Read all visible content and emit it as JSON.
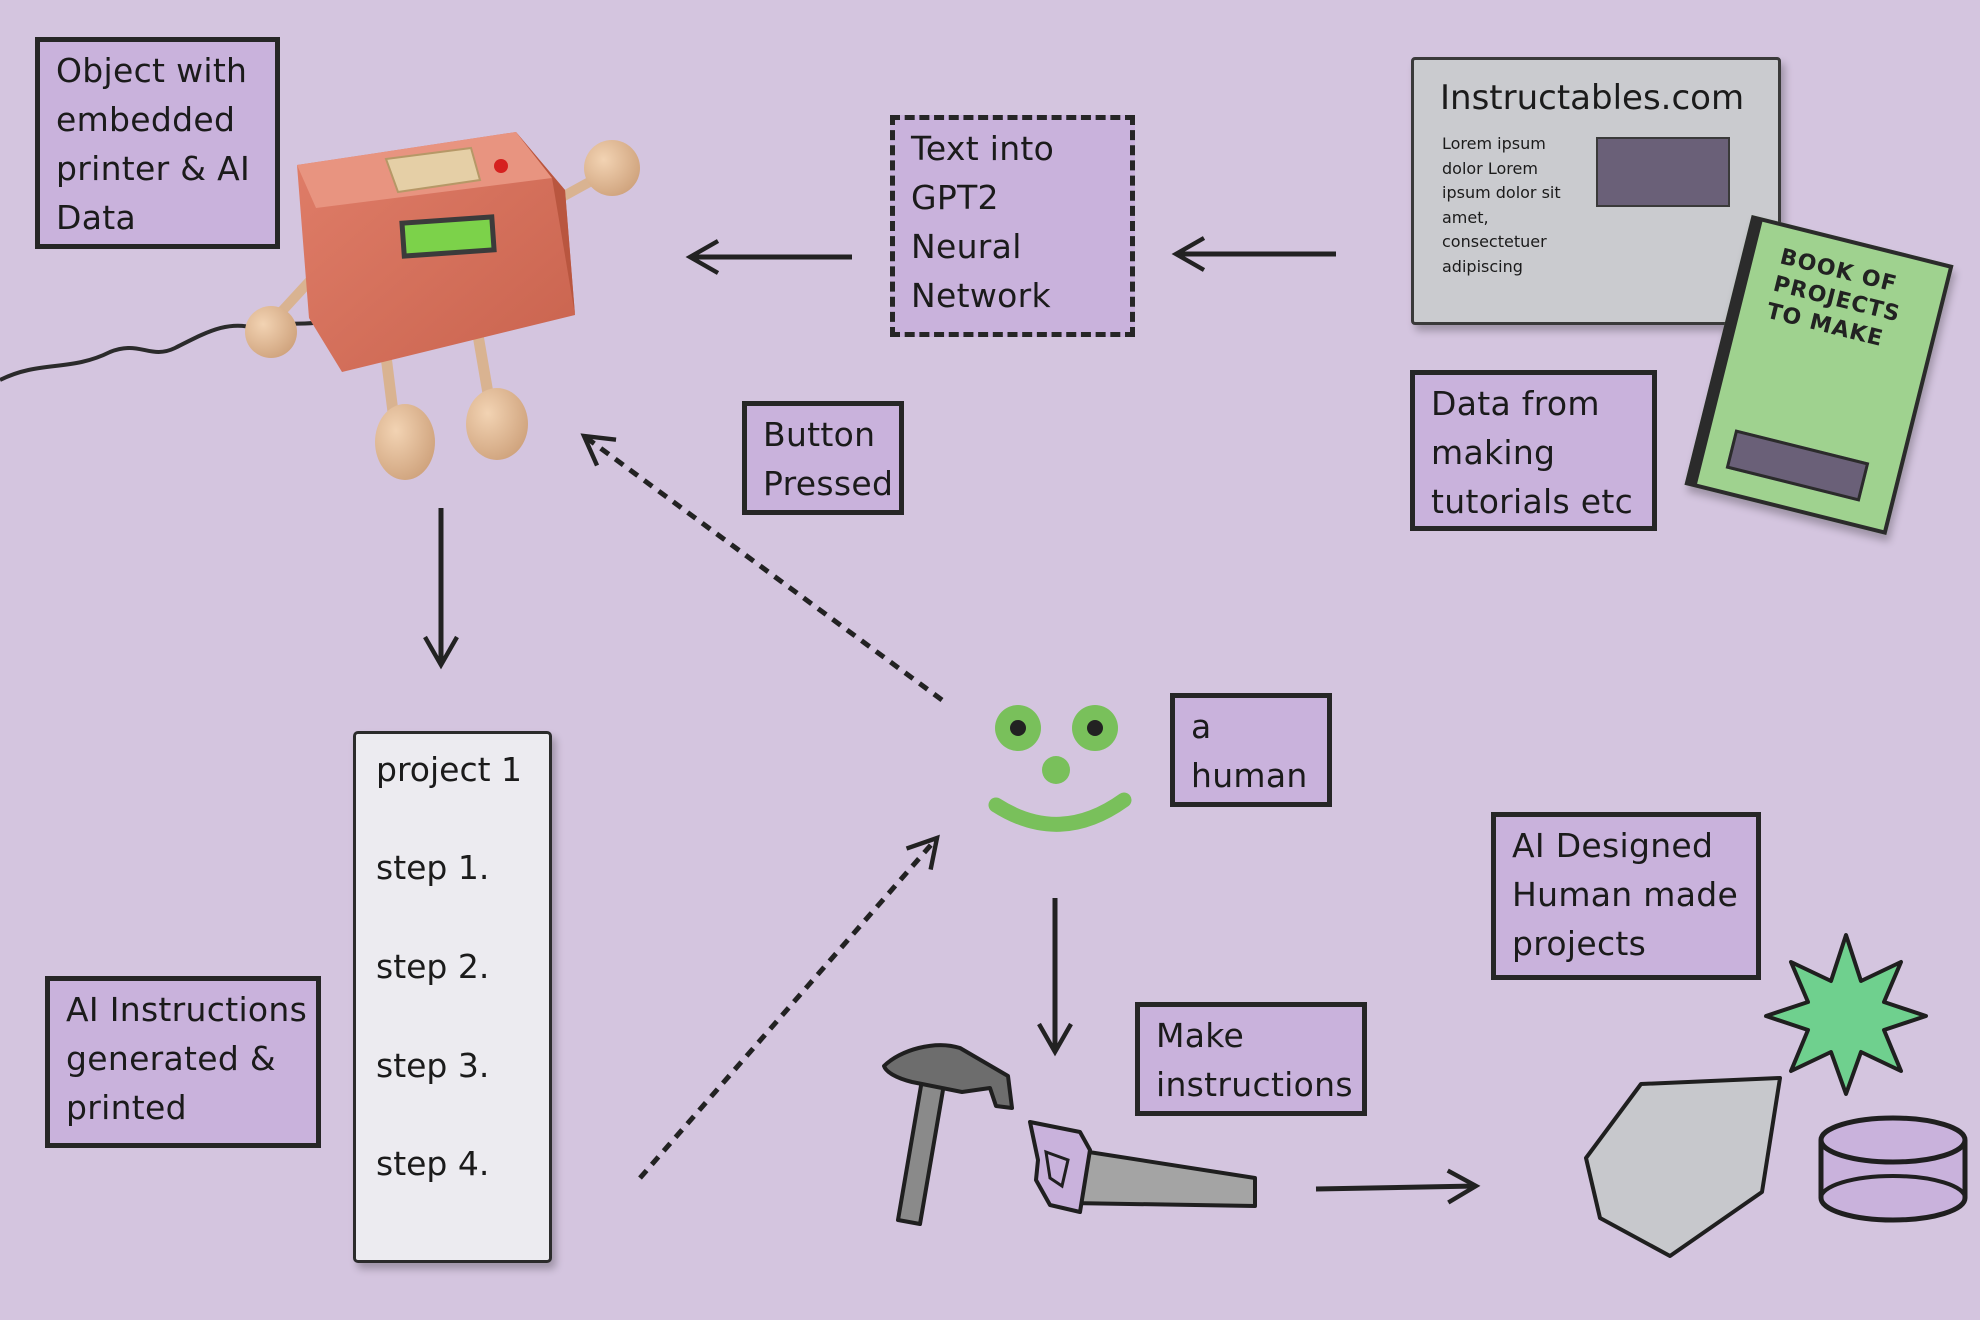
{
  "labels": {
    "object": [
      "Object with",
      "embedded",
      "printer & AI",
      "Data"
    ],
    "gpt2": [
      "Text into",
      "GPT2",
      "Neural",
      "Network"
    ],
    "data_from": [
      "Data from",
      "making",
      "tutorials etc"
    ],
    "button": [
      "Button",
      "Pressed"
    ],
    "human": [
      "a",
      "human"
    ],
    "ai_instructions": [
      "AI Instructions",
      "generated &",
      "printed"
    ],
    "make": [
      "Make",
      "instructions"
    ],
    "ai_designed": [
      "AI Designed",
      "Human made",
      "projects"
    ]
  },
  "printout": {
    "rows": [
      "project 1",
      "step 1.",
      "step 2.",
      "step 3.",
      "step 4."
    ]
  },
  "website": {
    "title": "Instructables.com",
    "body": "Lorem ipsum dolor Lorem ipsum dolor sit amet, consectetuer adipiscing"
  },
  "book": {
    "title": [
      "BOOK OF",
      "PROJECTS",
      "TO MAKE"
    ]
  },
  "colors": {
    "background": "#d4c5df",
    "label_fill": "#c9b2dc",
    "face_green": "#79c05b",
    "book_green": "#9fd28f",
    "starburst_green": "#6fd08e",
    "robot_body": "#d9745e",
    "robot_screen": "#7cd24a"
  }
}
